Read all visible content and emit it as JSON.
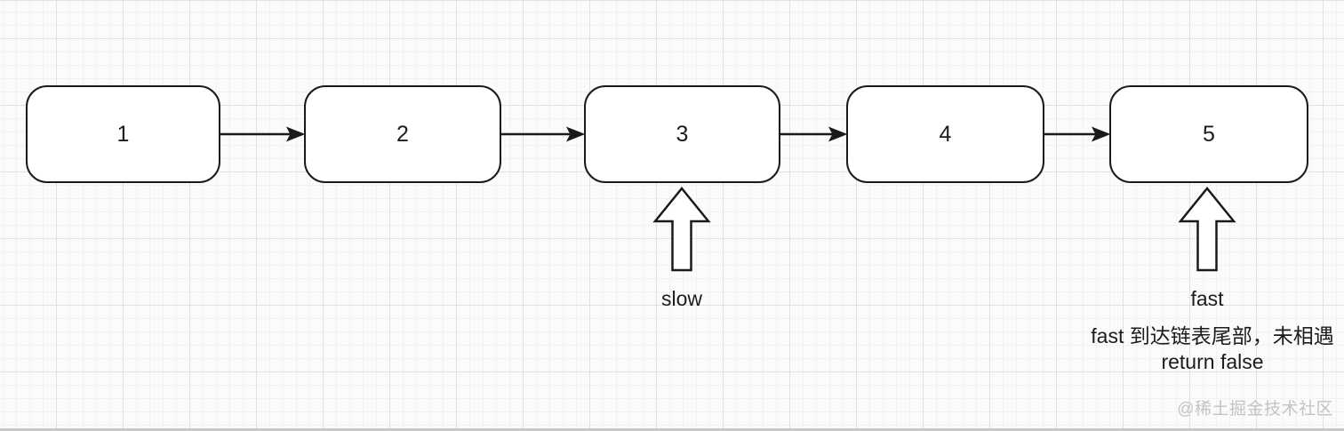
{
  "diagram": {
    "type": "linked-list",
    "nodes": [
      {
        "label": "1"
      },
      {
        "label": "2"
      },
      {
        "label": "3"
      },
      {
        "label": "4"
      },
      {
        "label": "5"
      }
    ],
    "links": [
      {
        "from": "1",
        "to": "2"
      },
      {
        "from": "2",
        "to": "3"
      },
      {
        "from": "3",
        "to": "4"
      },
      {
        "from": "4",
        "to": "5"
      }
    ],
    "pointers": [
      {
        "label": "slow",
        "points_to": "3"
      },
      {
        "label": "fast",
        "points_to": "5"
      }
    ],
    "annotation": {
      "line1": "fast 到达链表尾部，未相遇",
      "line2": "return false"
    }
  },
  "canvas": {
    "watermark": "@稀土掘金技术社区"
  },
  "colors": {
    "stroke": "#1a1a1a",
    "node_fill": "#ffffff",
    "grid_minor": "#f4f1f1",
    "grid_major": "#e2e0e0",
    "watermark": "#c5c3c3"
  }
}
